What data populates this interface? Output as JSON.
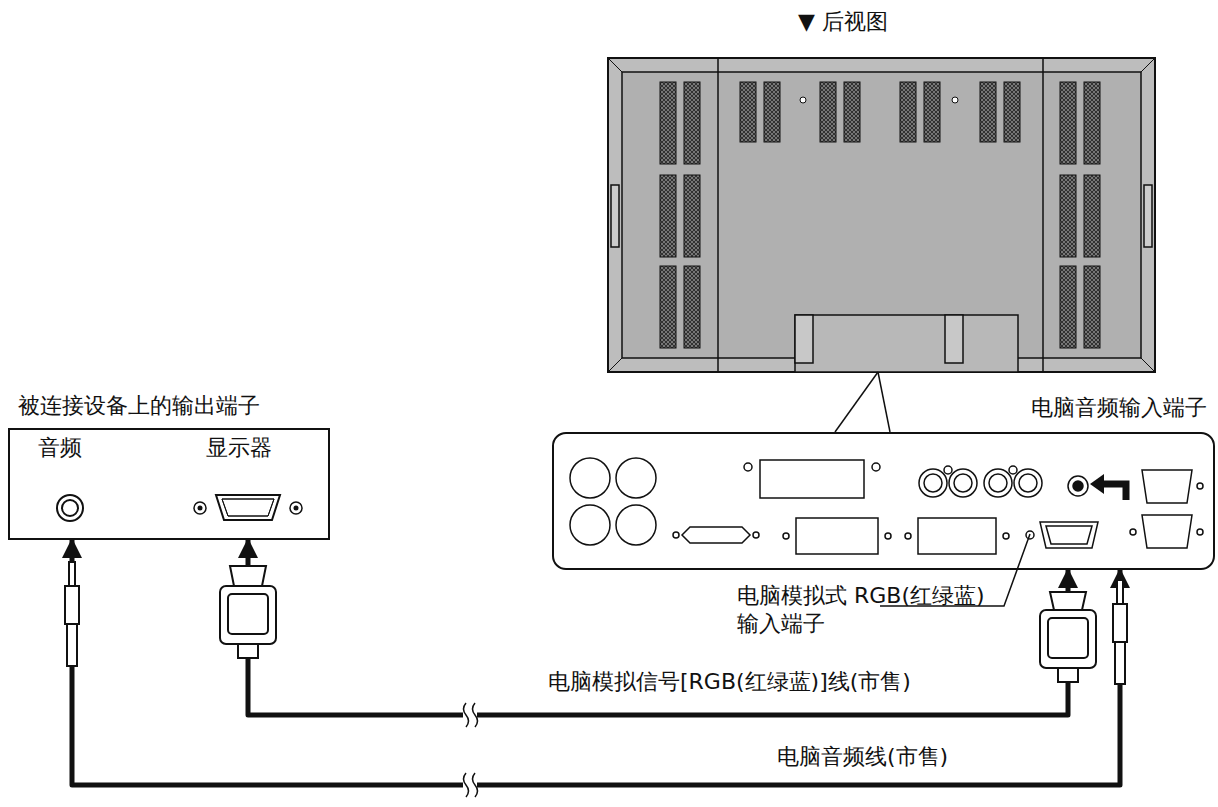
{
  "diagram": {
    "nodes": [
      {
        "text": [
          "被连接设备上的输出端子",
          "音频",
          "显示器"
        ]
      },
      {
        "text": [
          "▼ 后视图"
        ]
      },
      {
        "text": [
          "电脑音频输入端子",
          "电脑模拟式 RGB(红绿蓝)输入端子"
        ]
      }
    ],
    "edges": [
      {
        "from": 1,
        "to": 2,
        "arrow": "none"
      },
      {
        "from": 0,
        "to": 2,
        "label": "电脑模拟信号[RGB(红绿蓝)]线(市售)",
        "arrow": "both"
      },
      {
        "from": 0,
        "to": 2,
        "label": "电脑音频线(市售)",
        "arrow": "both"
      }
    ]
  }
}
